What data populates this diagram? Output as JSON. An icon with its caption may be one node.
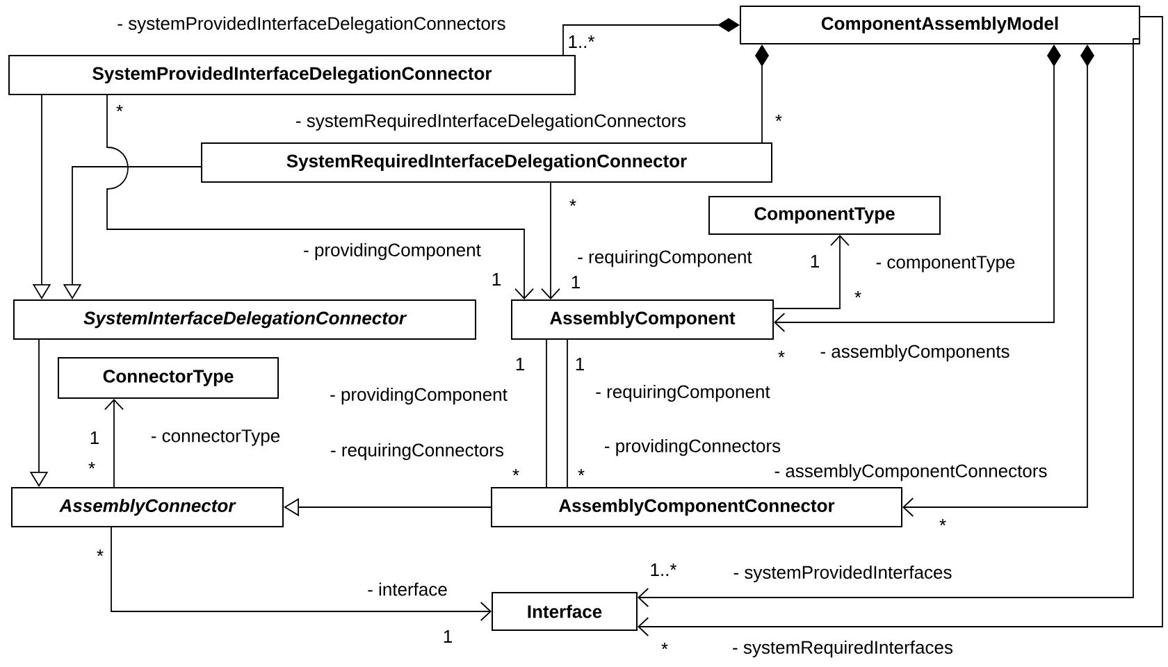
{
  "diagram": {
    "nodes": [
      {
        "text": [
          "ComponentAssemblyModel"
        ]
      },
      {
        "text": [
          "SystemProvidedInterfaceDelegationConnector"
        ]
      },
      {
        "text": [
          "SystemRequiredInterfaceDelegationConnector"
        ]
      },
      {
        "text": [
          "ComponentType"
        ]
      },
      {
        "text": [
          "SystemInterfaceDelegationConnector"
        ]
      },
      {
        "text": [
          "AssemblyComponent"
        ]
      },
      {
        "text": [
          "ConnectorType"
        ]
      },
      {
        "text": [
          "AssemblyConnector"
        ]
      },
      {
        "text": [
          "AssemblyComponentConnector"
        ]
      },
      {
        "text": [
          "Interface"
        ]
      }
    ],
    "edges": [
      {
        "from": 0,
        "to": 1,
        "arrow": "other",
        "label": "- systemProvidedInterfaceDelegationConnectors"
      },
      {
        "from": 0,
        "to": 2,
        "arrow": "other",
        "label": "- systemRequiredInterfaceDelegationConnectors"
      },
      {
        "from": 0,
        "to": 5,
        "arrow": "to",
        "label": "- assemblyComponents"
      },
      {
        "from": 0,
        "to": 8,
        "arrow": "to",
        "label": "- assemblyComponentConnectors"
      },
      {
        "from": 0,
        "to": 9,
        "arrow": "to",
        "label": "- systemProvidedInterfaces"
      },
      {
        "from": 0,
        "to": 9,
        "arrow": "to",
        "label": "- systemRequiredInterfaces"
      },
      {
        "from": 1,
        "to": 4,
        "arrow": "to"
      },
      {
        "from": 2,
        "to": 4,
        "arrow": "to"
      },
      {
        "from": 1,
        "to": 5,
        "arrow": "to",
        "label": "- providingComponent"
      },
      {
        "from": 2,
        "to": 5,
        "arrow": "to",
        "label": "- requiringComponent"
      },
      {
        "from": 5,
        "to": 3,
        "arrow": "to",
        "label": "- componentType"
      },
      {
        "from": 4,
        "to": 7,
        "arrow": "to"
      },
      {
        "from": 7,
        "to": 6,
        "arrow": "to",
        "label": "- connectorType"
      },
      {
        "from": 8,
        "to": 7,
        "arrow": "to"
      },
      {
        "from": 8,
        "to": 5,
        "arrow": "none",
        "label": "- providingComponent"
      },
      {
        "from": 8,
        "to": 5,
        "arrow": "none",
        "label": "- requiringComponent"
      },
      {
        "from": 7,
        "to": 9,
        "arrow": "to",
        "label": "- interface"
      }
    ],
    "labels": [
      "1..*",
      "*",
      "*",
      "*",
      "1",
      "1",
      "1",
      "*",
      "*",
      "1",
      "1",
      "- requiringConnectors",
      "- providingConnectors",
      "1",
      "*",
      "*",
      "*",
      "*",
      "*",
      "1",
      "1..*",
      "*"
    ]
  }
}
